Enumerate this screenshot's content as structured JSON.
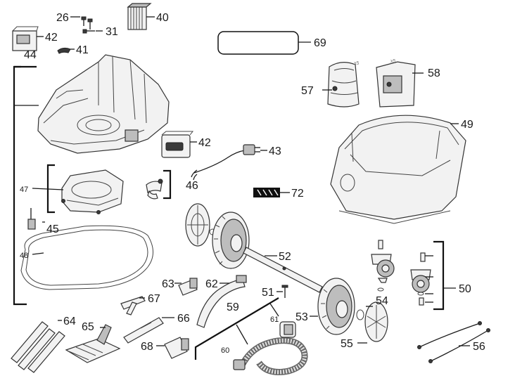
{
  "diagram": {
    "callouts": {
      "c26": "26",
      "c31": "31",
      "c40": "40",
      "c41": "41",
      "c42a": "42",
      "c44": "44",
      "c42b": "42",
      "c43": "43",
      "c46": "46",
      "c47": "47",
      "c45": "45",
      "c48": "48",
      "c69": "69",
      "c57": "57",
      "c58": "58",
      "c49": "49",
      "c72": "72",
      "c52": "52",
      "c50": "50",
      "c63": "63",
      "c62": "62",
      "c51": "51",
      "c67": "67",
      "c59": "59",
      "c61": "61",
      "c54": "54",
      "c53": "53",
      "c66": "66",
      "c64": "64",
      "c65": "65",
      "c60": "60",
      "c68": "68",
      "c55": "55",
      "c56": "56"
    },
    "bag_badges": {
      "bag57": "x5",
      "bag58": "x5"
    }
  }
}
